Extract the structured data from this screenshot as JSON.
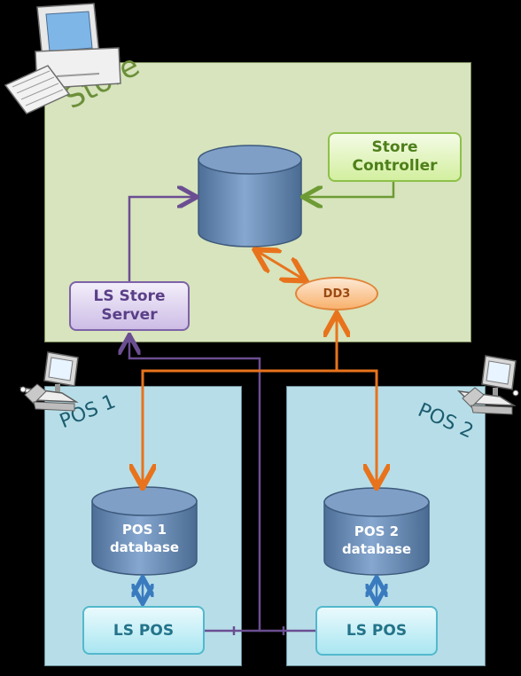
{
  "store": {
    "label": "Store",
    "controller_label": "Store Controller",
    "server_label": "LS Store Server",
    "dd3_label": "DD3"
  },
  "pos1": {
    "label": "POS 1",
    "db_label": "POS 1 database",
    "app_label": "LS POS"
  },
  "pos2": {
    "label": "POS 2",
    "db_label": "POS 2 database",
    "app_label": "LS POS"
  },
  "icons": [
    "desktop-computer-icon",
    "pos-terminal-icon",
    "pos-terminal-icon",
    "database-icon"
  ],
  "colors": {
    "store_bg": "#d7e4bd",
    "pos_bg": "#b7dee8",
    "purple_link": "#6b4e92",
    "orange_link": "#e8731c",
    "green_link": "#6e9a34",
    "blue_link": "#3a7bbf",
    "db_fill": "#6a8db5"
  }
}
